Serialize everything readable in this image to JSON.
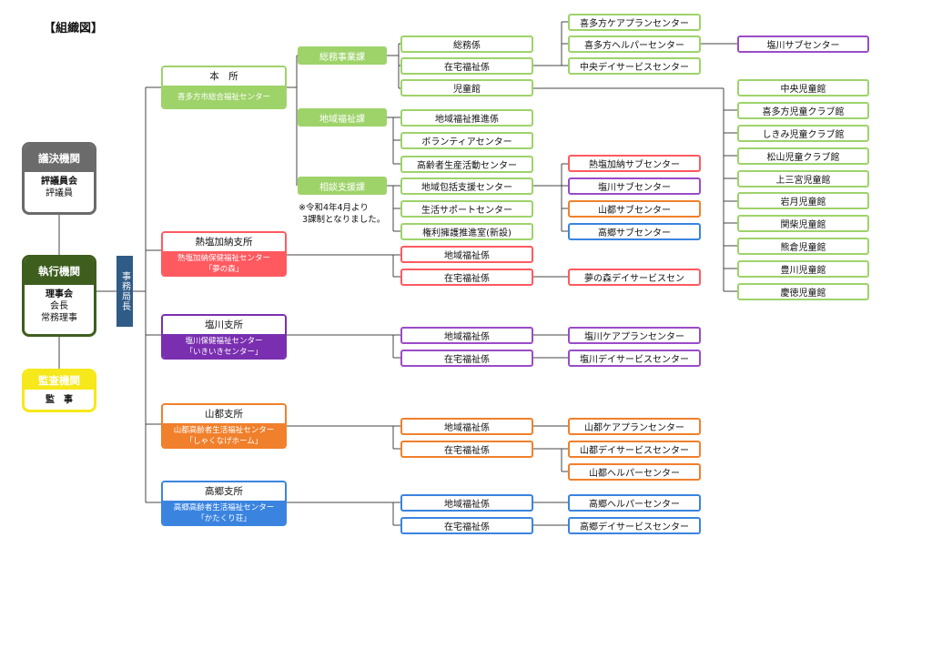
{
  "title": "【組織図】",
  "side": {
    "giketsu": {
      "header": "議決機関",
      "bold": "評議員会",
      "line2": "評議員"
    },
    "shikko": {
      "header": "執行機関",
      "bold": "理事会",
      "line2": "会長",
      "line3": "常務理事"
    },
    "kansa": {
      "header": "監査機関",
      "bold": "監　事"
    }
  },
  "jimukyokucho": "事務局長",
  "branches": {
    "honsho": {
      "title": "本　所",
      "sub1": "喜多方市総合福祉センター",
      "sub2": ""
    },
    "atsushio": {
      "title": "熱塩加納支所",
      "sub1": "熱塩加納保健福祉センター",
      "sub2": "「夢の森」"
    },
    "shiokawa": {
      "title": "塩川支所",
      "sub1": "塩川保健福祉センター",
      "sub2": "「いきいきセンター」"
    },
    "yamato": {
      "title": "山都支所",
      "sub1": "山都高齢者生活福祉センター",
      "sub2": "「しゃくなげホーム」"
    },
    "takasato": {
      "title": "高郷支所",
      "sub1": "高郷高齢者生活福祉センター",
      "sub2": "「かたくり荘」"
    }
  },
  "sections": {
    "somu": "総務事業課",
    "chiiki": "地域福祉課",
    "sodan": "相談支援課"
  },
  "note": {
    "line1": "※令和4年4月より",
    "line2": "3課制となりました。"
  },
  "units": {
    "somu_kakari": "総務係",
    "zaitaku": "在宅福祉係",
    "jidokan": "児童館",
    "chiiki_suishin": "地域福祉推進係",
    "volunteer": "ボランティアセンター",
    "koureisha": "高齢者生産活動センター",
    "houkatsu": "地域包括支援センター",
    "seikatsu": "生活サポートセンター",
    "kenri": "権利擁護推進室(新設)",
    "at_chiiki": "地域福祉係",
    "at_zaitaku": "在宅福祉係",
    "sk_chiiki": "地域福祉係",
    "sk_zaitaku": "在宅福祉係",
    "ym_chiiki": "地域福祉係",
    "ym_zaitaku": "在宅福祉係",
    "tk_chiiki": "地域福祉係",
    "tk_zaitaku": "在宅福祉係"
  },
  "services": {
    "kitakata_care": "喜多方ケアプランセンター",
    "kitakata_helper": "喜多方ヘルパーセンター",
    "chuo_day": "中央デイサービスセンター",
    "shiokawa_sub_top": "塩川サブセンター",
    "atsushio_sub": "熱塩加納サブセンター",
    "shiokawa_sub": "塩川サブセンター",
    "yamato_sub": "山都サブセンター",
    "takasato_sub": "高郷サブセンター",
    "yumenomori_day": "夢の森デイサービスセン",
    "sk_care": "塩川ケアプランセンター",
    "sk_day": "塩川デイサービスセンター",
    "ym_care": "山都ケアプランセンター",
    "ym_day": "山都デイサービスセンター",
    "ym_helper": "山都ヘルパーセンター",
    "tk_helper": "高郷ヘルパーセンター",
    "tk_day": "高郷デイサービスセンター"
  },
  "jidokan_list": [
    "中央児童館",
    "喜多方児童クラブ館",
    "しきみ児童クラブ館",
    "松山児童クラブ館",
    "上三宮児童館",
    "岩月児童館",
    "関柴児童館",
    "熊倉児童館",
    "豊川児童館",
    "慶徳児童館"
  ],
  "colors": {
    "green": "#9ed36a",
    "red": "#ff5a60",
    "purple": "#7a2fb0",
    "orange": "#f0802c",
    "blue": "#3a84e0",
    "navy": "#2f5b87",
    "dark_green": "#3e5e1e",
    "gray": "#6b6b6b",
    "yellow": "#f6e81a"
  }
}
